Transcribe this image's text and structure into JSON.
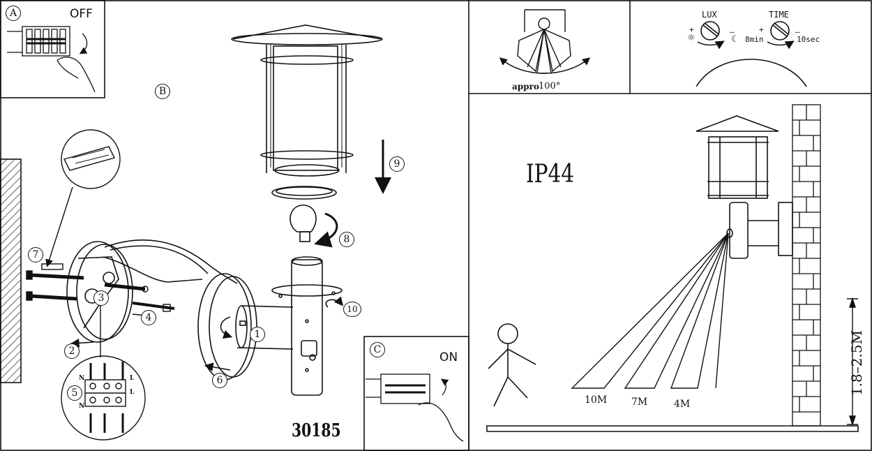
{
  "panels": {
    "a": {
      "label": "A",
      "state": "OFF"
    },
    "b": {
      "label": "B"
    },
    "c": {
      "label": "C",
      "state": "ON"
    }
  },
  "steps": [
    "1",
    "2",
    "3",
    "4",
    "5",
    "6",
    "7",
    "8",
    "9",
    "10"
  ],
  "terminals": {
    "n_top": "N",
    "n_bottom": "N",
    "l_top": "L",
    "l_bottom": "L"
  },
  "model_number": "30185",
  "detection_angle": {
    "prefix": "appro",
    "value": "100°"
  },
  "controls": {
    "lux": {
      "title": "LUX",
      "plus": "+",
      "minus": "–"
    },
    "time": {
      "title": "TIME",
      "plus": "+",
      "minus": "–",
      "min_value": "8min",
      "max_value": "10sec"
    }
  },
  "ip_rating": "IP44",
  "ranges": [
    "10M",
    "7M",
    "4M"
  ],
  "mount_height": "1.8–2.5M"
}
